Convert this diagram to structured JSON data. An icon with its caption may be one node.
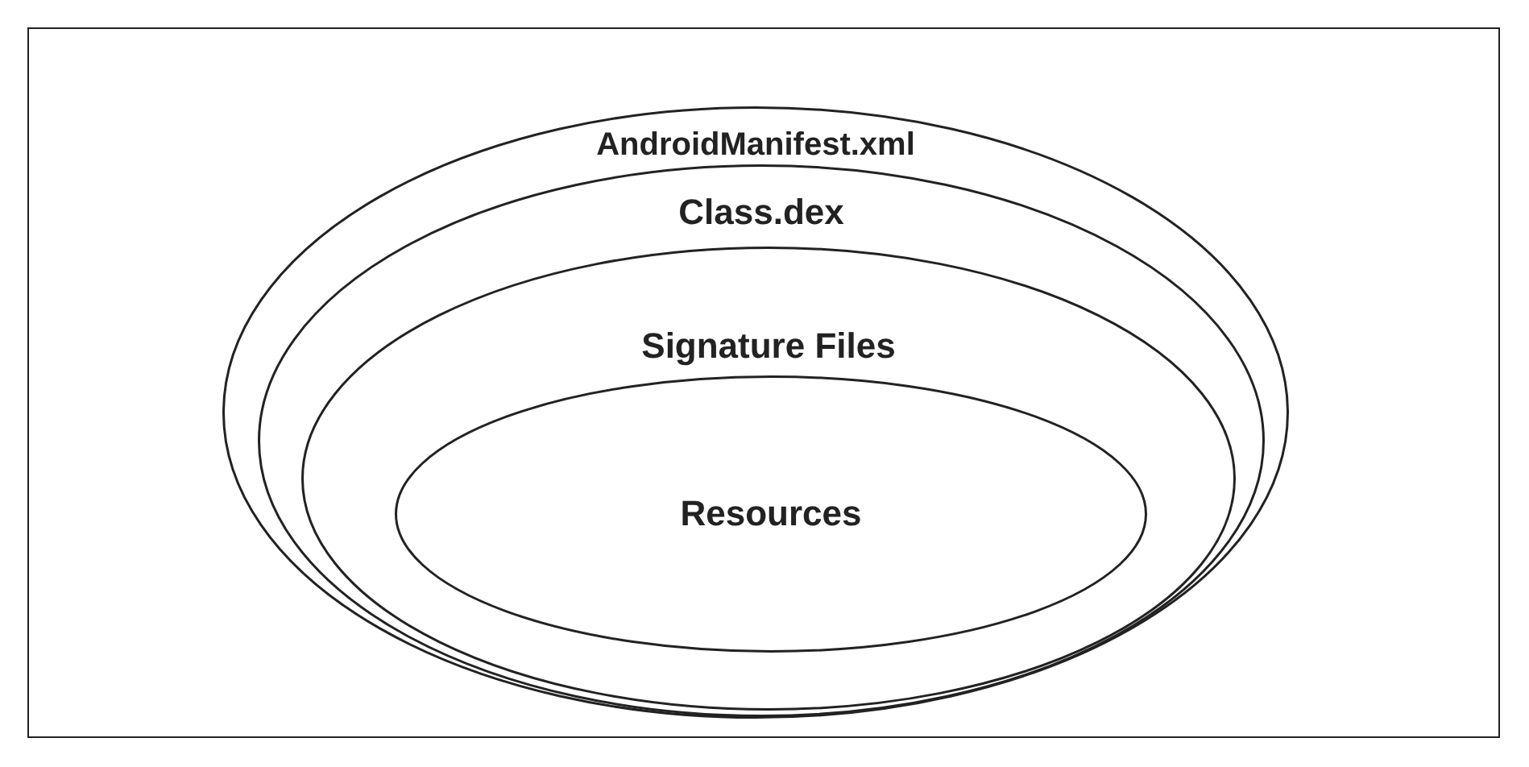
{
  "diagram": {
    "nodes": [
      {
        "text": [
          "AndroidManifest.xml"
        ]
      },
      {
        "text": [
          "Class.dex"
        ],
        "in": 0
      },
      {
        "text": [
          "Signature Files"
        ],
        "in": 1
      },
      {
        "text": [
          "Resources"
        ],
        "in": 2
      }
    ]
  }
}
